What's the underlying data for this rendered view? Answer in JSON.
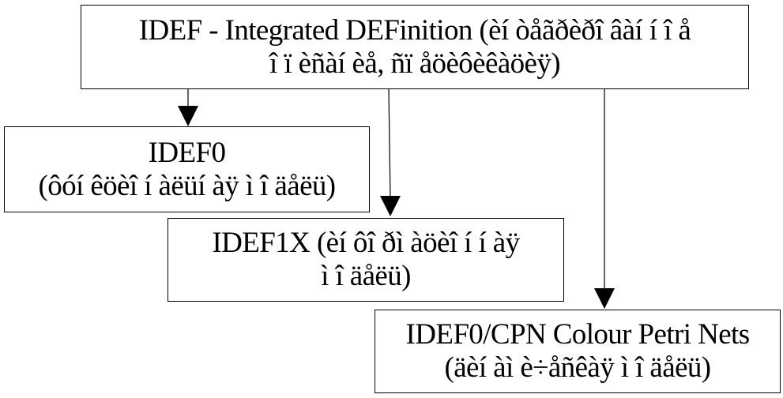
{
  "diagram": {
    "nodes": [
      {
        "id": "root",
        "lines": [
          "IDEF - Integrated DEFinition (èí òåãðèðî âàí í î å",
          "î ï èñàí èå, ñï åöèôèêàöèÿ)"
        ]
      },
      {
        "id": "idef0",
        "lines": [
          "IDEF0",
          "(ôóí êöèî í àëüí àÿ ì î äåëü)"
        ]
      },
      {
        "id": "idef1x",
        "lines": [
          "IDEF1X (èí ôî ðì àöèî í í àÿ",
          "ì î äåëü)"
        ]
      },
      {
        "id": "cpn",
        "lines": [
          "IDEF0/CPN Colour Petri Nets",
          "(äèí àì è÷åñêàÿ ì î äåëü)"
        ]
      }
    ],
    "edges": [
      {
        "from": "root",
        "to": "idef0"
      },
      {
        "from": "root",
        "to": "idef1x"
      },
      {
        "from": "root",
        "to": "cpn"
      }
    ]
  }
}
